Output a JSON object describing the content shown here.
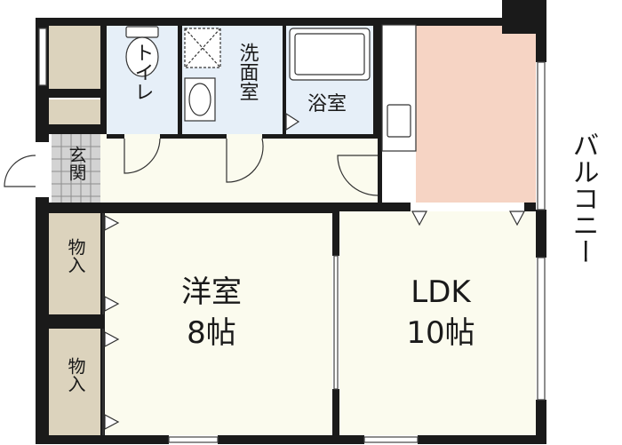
{
  "rooms": {
    "toilet": "トイレ",
    "washroom": "洗面室",
    "bath": "浴室",
    "entrance": "玄関",
    "storage_upper": "物入",
    "storage_lower": "物入",
    "western_room": {
      "name": "洋室",
      "size": "8帖"
    },
    "ldk": {
      "name": "LDK",
      "size": "10帖"
    },
    "balcony": "バルコニー"
  },
  "colors": {
    "wall": "#1a1a1a",
    "floor": "#fbfbee",
    "wet_area": "#e6eff8",
    "kitchen": "#f6d4c4",
    "storage": "#dcd3bd",
    "entrance_tile": "#d3d3d3"
  }
}
